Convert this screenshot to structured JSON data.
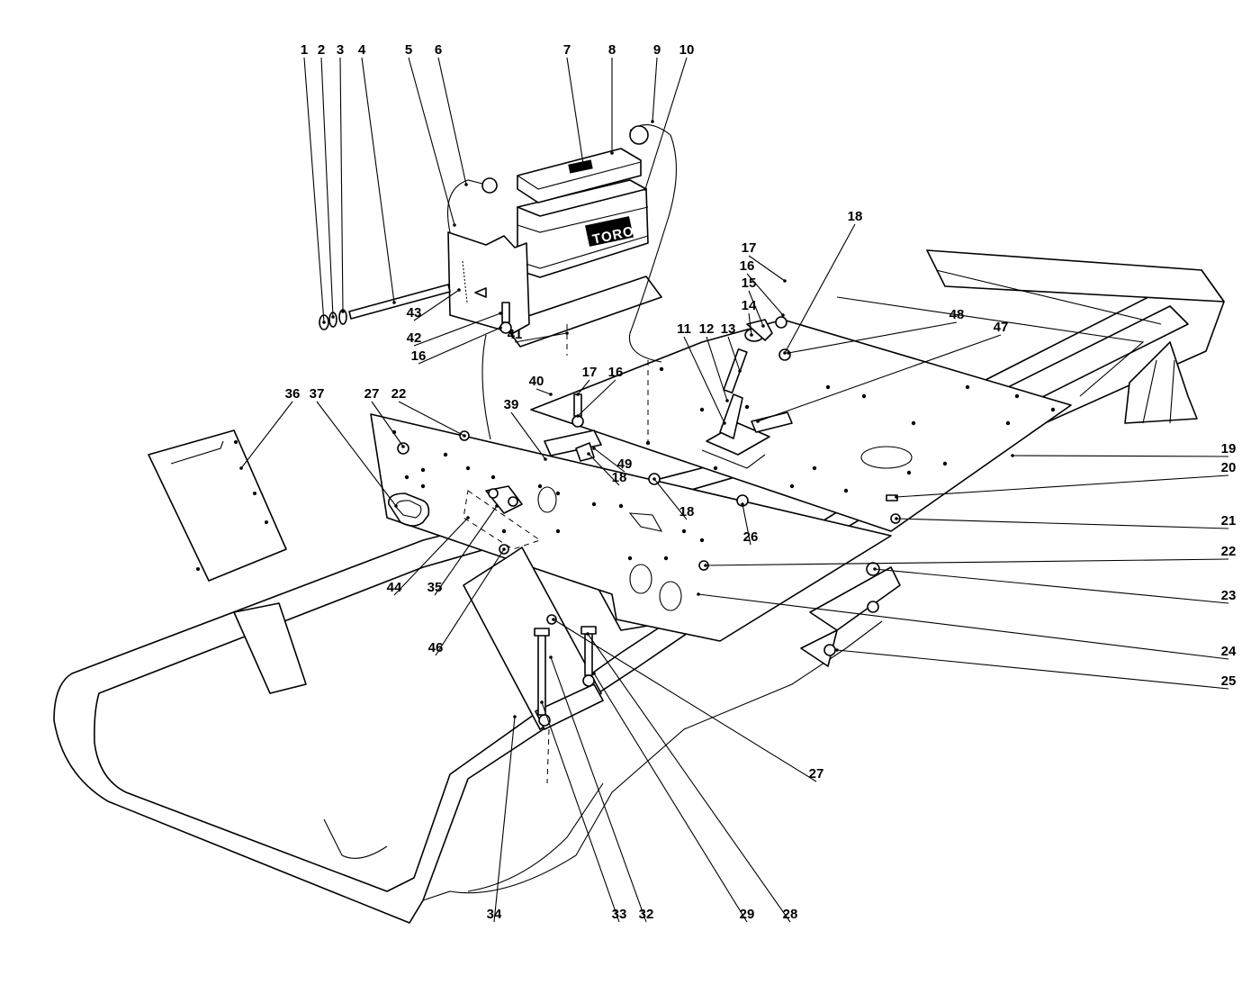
{
  "battery": {
    "brand": "TORO"
  },
  "callouts": [
    {
      "id": "c1",
      "label": "1"
    },
    {
      "id": "c2",
      "label": "2"
    },
    {
      "id": "c3",
      "label": "3"
    },
    {
      "id": "c4",
      "label": "4"
    },
    {
      "id": "c5",
      "label": "5"
    },
    {
      "id": "c6",
      "label": "6"
    },
    {
      "id": "c7",
      "label": "7"
    },
    {
      "id": "c8",
      "label": "8"
    },
    {
      "id": "c9",
      "label": "9"
    },
    {
      "id": "c10",
      "label": "10"
    },
    {
      "id": "c11",
      "label": "11"
    },
    {
      "id": "c12",
      "label": "12"
    },
    {
      "id": "c13",
      "label": "13"
    },
    {
      "id": "c14",
      "label": "14"
    },
    {
      "id": "c15",
      "label": "15"
    },
    {
      "id": "c16a",
      "label": "16"
    },
    {
      "id": "c16b",
      "label": "16"
    },
    {
      "id": "c16c",
      "label": "16"
    },
    {
      "id": "c17a",
      "label": "17"
    },
    {
      "id": "c17b",
      "label": "17"
    },
    {
      "id": "c18a",
      "label": "18"
    },
    {
      "id": "c18b",
      "label": "18"
    },
    {
      "id": "c18c",
      "label": "18"
    },
    {
      "id": "c19",
      "label": "19"
    },
    {
      "id": "c20",
      "label": "20"
    },
    {
      "id": "c21",
      "label": "21"
    },
    {
      "id": "c22a",
      "label": "22"
    },
    {
      "id": "c22b",
      "label": "22"
    },
    {
      "id": "c23",
      "label": "23"
    },
    {
      "id": "c24",
      "label": "24"
    },
    {
      "id": "c25",
      "label": "25"
    },
    {
      "id": "c26",
      "label": "26"
    },
    {
      "id": "c27a",
      "label": "27"
    },
    {
      "id": "c27b",
      "label": "27"
    },
    {
      "id": "c28",
      "label": "28"
    },
    {
      "id": "c29",
      "label": "29"
    },
    {
      "id": "c32",
      "label": "32"
    },
    {
      "id": "c33",
      "label": "33"
    },
    {
      "id": "c34",
      "label": "34"
    },
    {
      "id": "c35",
      "label": "35"
    },
    {
      "id": "c36",
      "label": "36"
    },
    {
      "id": "c37",
      "label": "37"
    },
    {
      "id": "c39",
      "label": "39"
    },
    {
      "id": "c40",
      "label": "40"
    },
    {
      "id": "c41",
      "label": "41"
    },
    {
      "id": "c42",
      "label": "42"
    },
    {
      "id": "c43",
      "label": "43"
    },
    {
      "id": "c44",
      "label": "44"
    },
    {
      "id": "c46",
      "label": "46"
    },
    {
      "id": "c47",
      "label": "47"
    },
    {
      "id": "c48",
      "label": "48"
    },
    {
      "id": "c49",
      "label": "49"
    }
  ]
}
